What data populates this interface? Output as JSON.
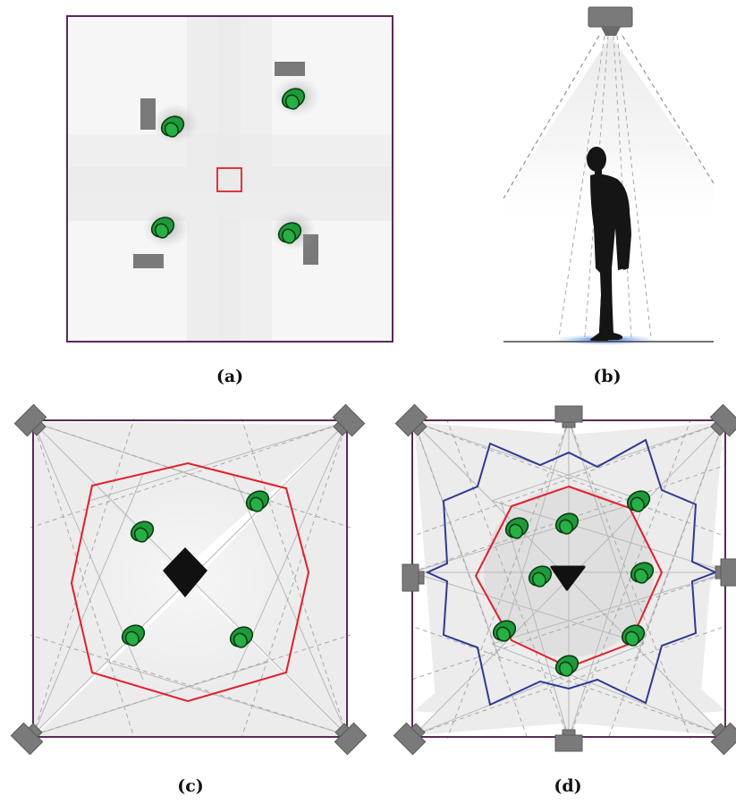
{
  "captions": {
    "a": "(a)",
    "b": "(b)",
    "c": "(c)",
    "d": "(d)"
  },
  "colors": {
    "frame": "#5a2a5a",
    "red_outline": "#e0202a",
    "blue_outline": "#2e3a92",
    "marker_green": "#1f9a3a",
    "camera_gray": "#7a7a7a",
    "obstacle_black": "#111111",
    "floor_blue": "#3a7bd5"
  }
}
